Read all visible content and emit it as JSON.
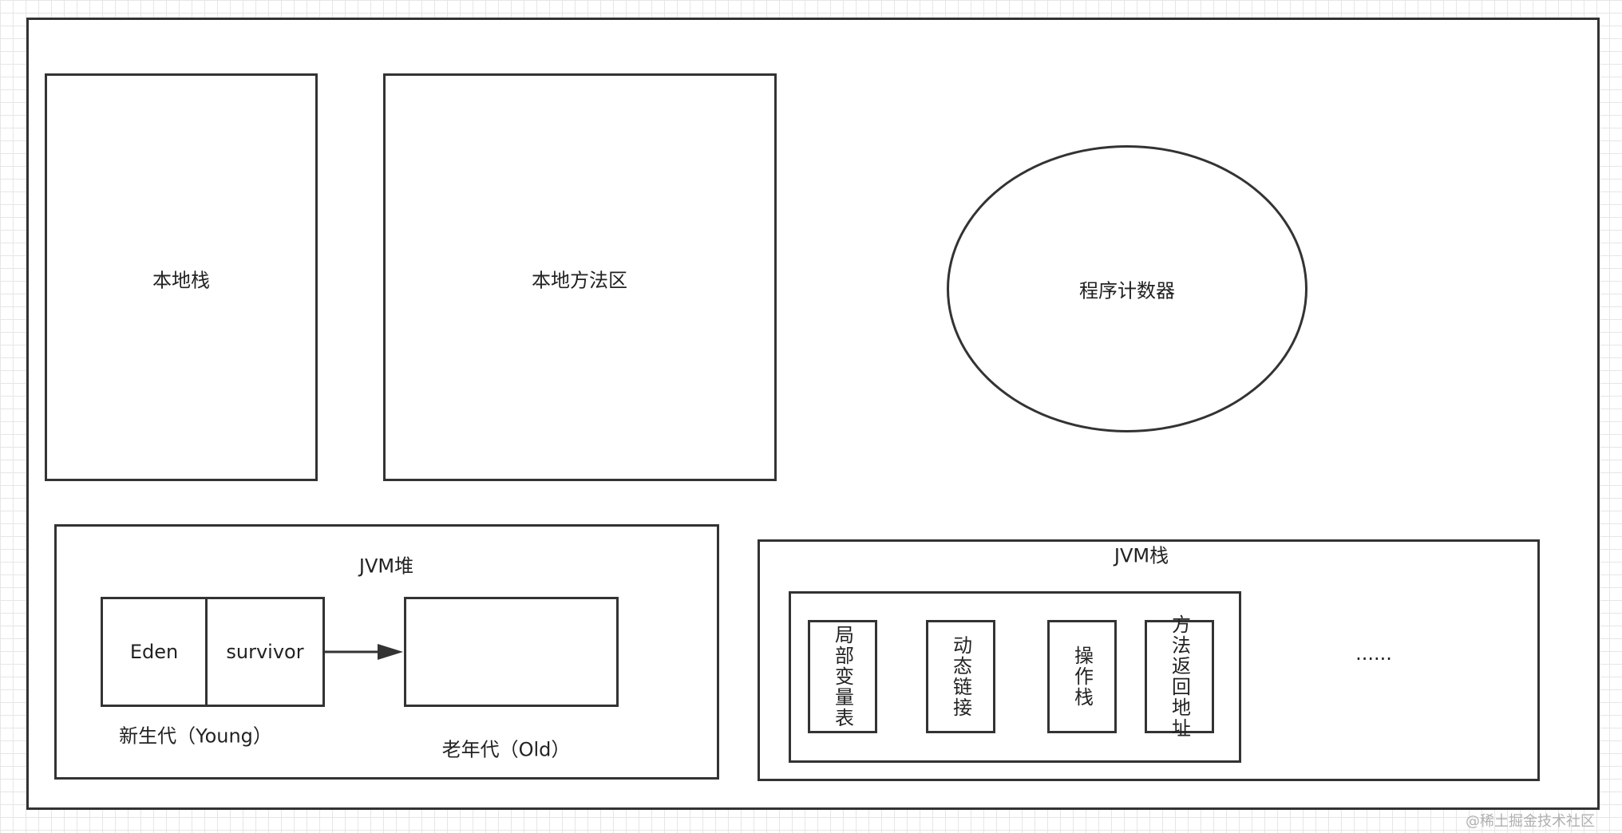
{
  "native_stack": {
    "label": "本地栈"
  },
  "native_method_area": {
    "label": "本地方法区"
  },
  "program_counter": {
    "label": "程序计数器"
  },
  "heap": {
    "title": "JVM堆",
    "eden": "Eden",
    "survivor": "survivor",
    "young_label": "新生代（Young）",
    "old_label": "老年代（Old）"
  },
  "stack": {
    "title": "JVM栈",
    "frame_items": [
      "局部变量表",
      "动态链接",
      "操作栈",
      "方法返回地址"
    ],
    "ellipsis": "......"
  },
  "watermark": "@稀土掘金技术社区"
}
